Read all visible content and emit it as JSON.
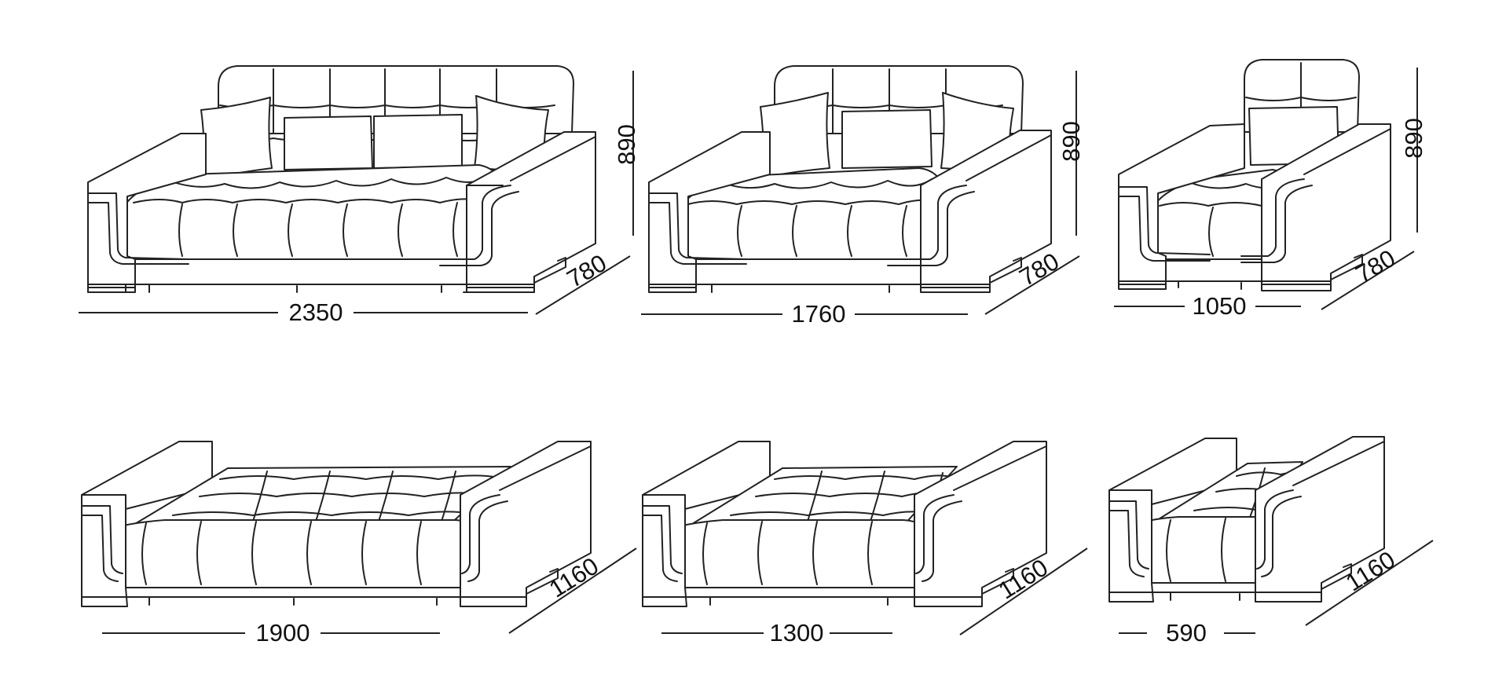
{
  "figures": [
    {
      "id": "sofa-large-closed",
      "width_label": "2350",
      "depth_label": "780",
      "height_label": "890"
    },
    {
      "id": "sofa-medium-closed",
      "width_label": "1760",
      "depth_label": "780",
      "height_label": "890"
    },
    {
      "id": "armchair-closed",
      "width_label": "1050",
      "depth_label": "780",
      "height_label": "890"
    },
    {
      "id": "sofa-large-open",
      "width_label": "1900",
      "depth_label": "1160"
    },
    {
      "id": "sofa-medium-open",
      "width_label": "1300",
      "depth_label": "1160"
    },
    {
      "id": "armchair-open",
      "width_label": "590",
      "depth_label": "1160"
    }
  ]
}
